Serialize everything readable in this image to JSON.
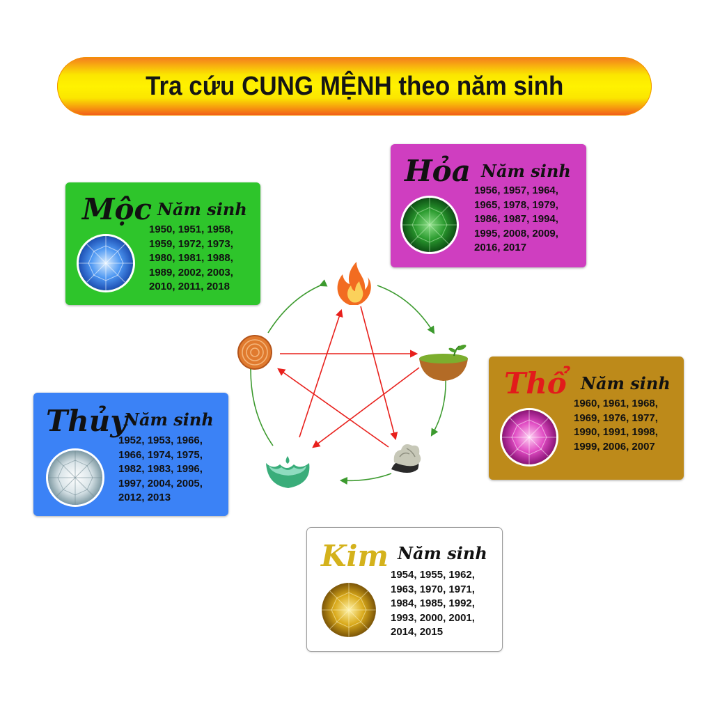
{
  "banner": {
    "title": "Tra cứu CUNG MỆNH theo năm sinh"
  },
  "cards": {
    "moc": {
      "name": "Mộc",
      "name_color": "#111111",
      "years_label": "Năm sinh",
      "years": "1950, 1951, 1958,\n1959, 1972, 1973,\n1980, 1981, 1988,\n1989, 2002, 2003,\n2010, 2011, 2018",
      "bg": "#2ec52b",
      "gem": "gem-blue-icon"
    },
    "hoa": {
      "name": "Hỏa",
      "name_color": "#111111",
      "years_label": "Năm sinh",
      "years": "1956, 1957, 1964,\n1965, 1978, 1979,\n1986, 1987, 1994,\n1995, 2008, 2009,\n2016, 2017",
      "bg": "#cf3ec0",
      "gem": "gem-green-icon"
    },
    "tho": {
      "name": "Thổ",
      "name_color": "#e21b1b",
      "years_label": "Năm sinh",
      "years": "1960, 1961, 1968,\n1969, 1976, 1977,\n1990, 1991, 1998,\n1999, 2006, 2007",
      "bg": "#bd8a1a",
      "gem": "gem-pink-icon"
    },
    "thuy": {
      "name": "Thủy",
      "name_color": "#111111",
      "years_label": "Năm sinh",
      "years": "1952, 1953, 1966,\n1966, 1974, 1975,\n1982, 1983, 1996,\n1997, 2004, 2005,\n2012, 2013",
      "bg": "#3b82f6",
      "gem": "gem-white-icon"
    },
    "kim": {
      "name": "Kim",
      "name_color": "#d4b21c",
      "years_label": "Năm sinh",
      "years": "1954, 1955, 1962,\n1963, 1970, 1971,\n1984, 1985, 1992,\n1993, 2000, 2001,\n2014, 2015",
      "bg": "#ffffff",
      "gem": "gem-yellow-icon"
    }
  },
  "colors": {
    "generating_arrow": "#3c9a2e",
    "overcoming_arrow": "#e8201c"
  }
}
